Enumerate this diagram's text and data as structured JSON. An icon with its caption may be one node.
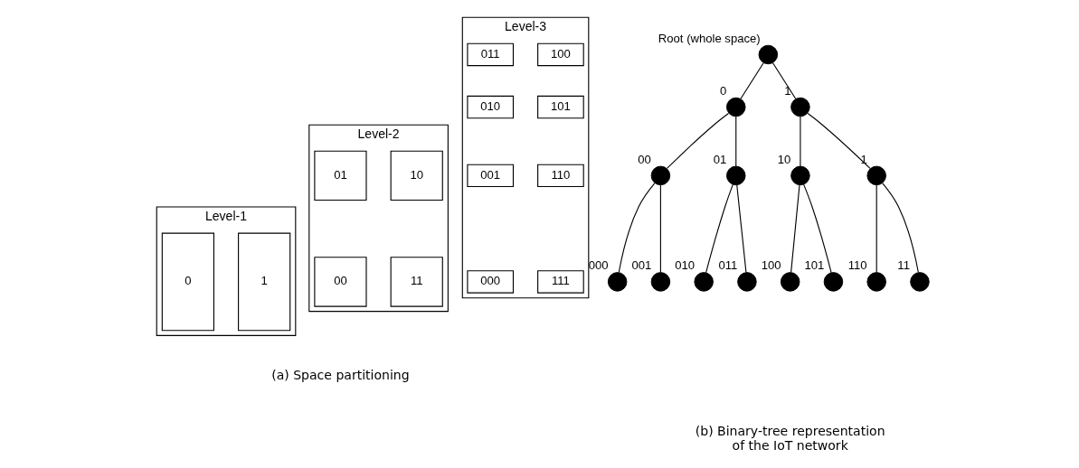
{
  "diagram": {
    "nodes": [
      {
        "text": [
          "Level-1"
        ]
      },
      {
        "text": [
          "0"
        ],
        "in": 0
      },
      {
        "text": [
          "1"
        ],
        "in": 0
      },
      {
        "text": [
          "Level-2"
        ]
      },
      {
        "text": [
          "01"
        ],
        "in": 3
      },
      {
        "text": [
          "10"
        ],
        "in": 3
      },
      {
        "text": [
          "00"
        ],
        "in": 3
      },
      {
        "text": [
          "11"
        ],
        "in": 3
      },
      {
        "text": [
          "Level-3"
        ]
      },
      {
        "text": [
          "011"
        ],
        "in": 8
      },
      {
        "text": [
          "100"
        ],
        "in": 8
      },
      {
        "text": [
          "010"
        ],
        "in": 8
      },
      {
        "text": [
          "101"
        ],
        "in": 8
      },
      {
        "text": [
          "001"
        ],
        "in": 8
      },
      {
        "text": [
          "110"
        ],
        "in": 8
      },
      {
        "text": [
          "000"
        ],
        "in": 8
      },
      {
        "text": [
          "111"
        ],
        "in": 8
      },
      {
        "text": [],
        "shape": "circle",
        "beside": [
          "Root (whole space)"
        ]
      },
      {
        "text": [],
        "shape": "circle",
        "beside": [
          "0"
        ]
      },
      {
        "text": [],
        "shape": "circle",
        "beside": [
          "1"
        ]
      },
      {
        "text": [],
        "shape": "circle",
        "beside": [
          "00"
        ]
      },
      {
        "text": [],
        "shape": "circle",
        "beside": [
          "01"
        ]
      },
      {
        "text": [],
        "shape": "circle",
        "beside": [
          "10"
        ]
      },
      {
        "text": [],
        "shape": "circle",
        "beside": [
          "1"
        ]
      },
      {
        "text": [],
        "shape": "circle",
        "beside": [
          "000"
        ]
      },
      {
        "text": [],
        "shape": "circle",
        "beside": [
          "001"
        ]
      },
      {
        "text": [],
        "shape": "circle",
        "beside": [
          "010"
        ]
      },
      {
        "text": [],
        "shape": "circle",
        "beside": [
          "011"
        ]
      },
      {
        "text": [],
        "shape": "circle",
        "beside": [
          "100"
        ]
      },
      {
        "text": [],
        "shape": "circle",
        "beside": [
          "101"
        ]
      },
      {
        "text": [],
        "shape": "circle",
        "beside": [
          "110"
        ]
      },
      {
        "text": [],
        "shape": "circle",
        "beside": [
          "11"
        ]
      }
    ],
    "edges": [
      {
        "from": 17,
        "to": 18,
        "arrow": "none"
      },
      {
        "from": 17,
        "to": 19,
        "arrow": "none"
      },
      {
        "from": 18,
        "to": 20,
        "arrow": "none"
      },
      {
        "from": 18,
        "to": 21,
        "arrow": "none"
      },
      {
        "from": 19,
        "to": 22,
        "arrow": "none"
      },
      {
        "from": 19,
        "to": 23,
        "arrow": "none"
      },
      {
        "from": 20,
        "to": 24,
        "arrow": "none"
      },
      {
        "from": 20,
        "to": 25,
        "arrow": "none"
      },
      {
        "from": 21,
        "to": 26,
        "arrow": "none"
      },
      {
        "from": 21,
        "to": 27,
        "arrow": "none"
      },
      {
        "from": 22,
        "to": 28,
        "arrow": "none"
      },
      {
        "from": 22,
        "to": 29,
        "arrow": "none"
      },
      {
        "from": 23,
        "to": 30,
        "arrow": "none"
      },
      {
        "from": 23,
        "to": 31,
        "arrow": "none"
      }
    ],
    "labels": [
      "(a) Space partitioning",
      "(b) Binary-tree representation of the IoT network"
    ]
  }
}
